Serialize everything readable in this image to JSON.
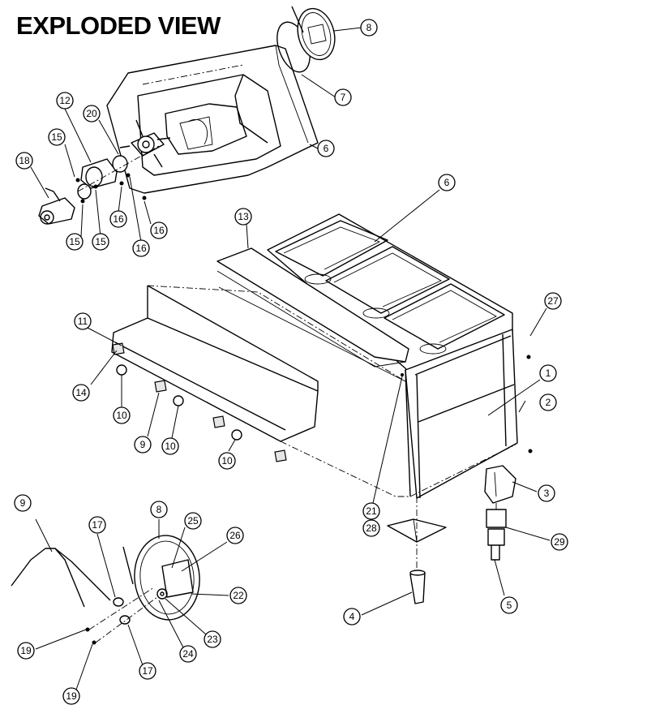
{
  "title": "EXPLODED VIEW",
  "callouts": [
    {
      "label": "8"
    },
    {
      "label": "7"
    },
    {
      "label": "6"
    },
    {
      "label": "12"
    },
    {
      "label": "20"
    },
    {
      "label": "15"
    },
    {
      "label": "18"
    },
    {
      "label": "16"
    },
    {
      "label": "16"
    },
    {
      "label": "16"
    },
    {
      "label": "15"
    },
    {
      "label": "15"
    },
    {
      "label": "6"
    },
    {
      "label": "13"
    },
    {
      "label": "27"
    },
    {
      "label": "11"
    },
    {
      "label": "1"
    },
    {
      "label": "2"
    },
    {
      "label": "14"
    },
    {
      "label": "10"
    },
    {
      "label": "9"
    },
    {
      "label": "10"
    },
    {
      "label": "10"
    },
    {
      "label": "3"
    },
    {
      "label": "21"
    },
    {
      "label": "28"
    },
    {
      "label": "29"
    },
    {
      "label": "9"
    },
    {
      "label": "8"
    },
    {
      "label": "17"
    },
    {
      "label": "25"
    },
    {
      "label": "26"
    },
    {
      "label": "22"
    },
    {
      "label": "23"
    },
    {
      "label": "24"
    },
    {
      "label": "19"
    },
    {
      "label": "17"
    },
    {
      "label": "19"
    },
    {
      "label": "4"
    },
    {
      "label": "5"
    }
  ]
}
